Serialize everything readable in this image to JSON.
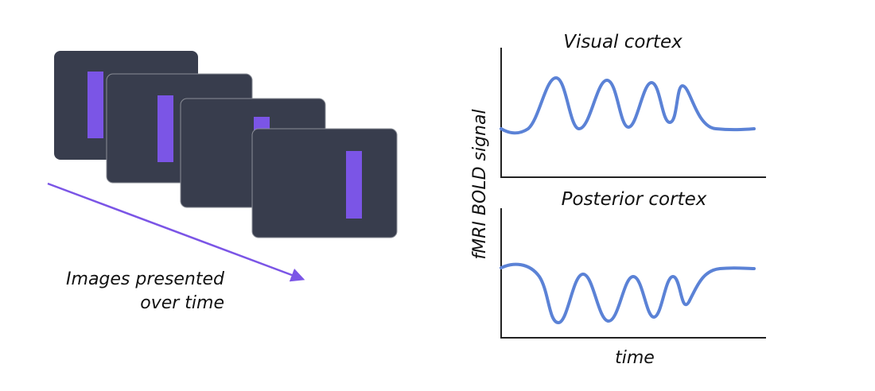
{
  "stimuli": {
    "caption_line1": "Images presented",
    "caption_line2": "over time",
    "screen_color": "#383d4d",
    "bar_color": "#7b55e6",
    "arrow_color": "#7b55e6"
  },
  "plots": {
    "top_title": "Visual cortex",
    "bottom_title": "Posterior cortex",
    "y_label": "fMRI BOLD signal",
    "x_label": "time",
    "line_color": "#5b82d6",
    "axis_color": "#222222"
  }
}
